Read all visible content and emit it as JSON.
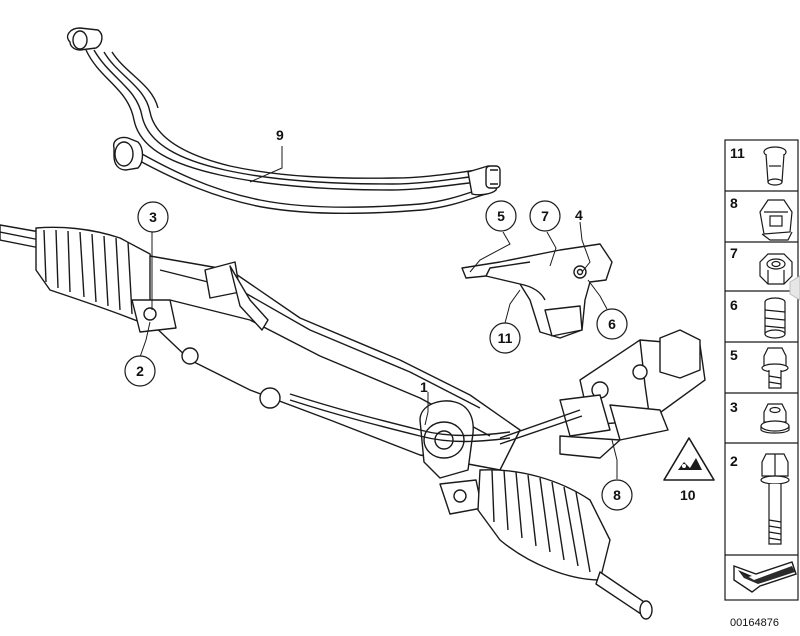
{
  "diagram": {
    "document_id": "00164876",
    "callouts": [
      {
        "id": "c-9",
        "label": "9",
        "circled": false
      },
      {
        "id": "c-3",
        "label": "3",
        "circled": true
      },
      {
        "id": "c-2",
        "label": "2",
        "circled": true
      },
      {
        "id": "c-5",
        "label": "5",
        "circled": true
      },
      {
        "id": "c-7",
        "label": "7",
        "circled": true
      },
      {
        "id": "c-4",
        "label": "4",
        "circled": false
      },
      {
        "id": "c-11",
        "label": "11",
        "circled": true
      },
      {
        "id": "c-6",
        "label": "6",
        "circled": true
      },
      {
        "id": "c-1",
        "label": "1",
        "circled": false
      },
      {
        "id": "c-8",
        "label": "8",
        "circled": true
      },
      {
        "id": "c-10",
        "label": "10",
        "circled": false
      }
    ],
    "parts_legend": [
      {
        "label": "11",
        "part": "rivet-sleeve"
      },
      {
        "label": "8",
        "part": "clip-nut"
      },
      {
        "label": "7",
        "part": "hex-nut"
      },
      {
        "label": "6",
        "part": "stud-bushing"
      },
      {
        "label": "5",
        "part": "flange-bolt"
      },
      {
        "label": "3",
        "part": "collar-nut"
      },
      {
        "label": "2",
        "part": "long-hex-bolt"
      }
    ],
    "icons": {
      "warning": "warning-triangle-icon",
      "arrow": "next-page-arrow-icon"
    },
    "colors": {
      "line": "#1a1a1a",
      "fill": "#ffffff",
      "shade": "#d9d9d9"
    }
  }
}
